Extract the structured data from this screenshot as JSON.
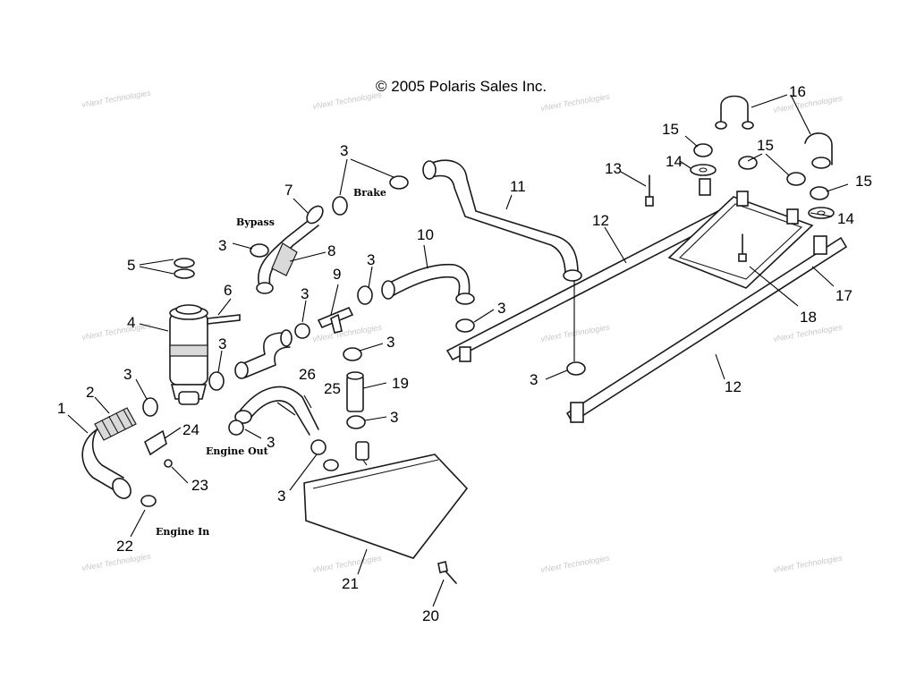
{
  "copyright": "© 2005 Polaris Sales Inc.",
  "watermark": "vNext Technologies",
  "captions": {
    "bypass": "Bypass",
    "brake": "Brake",
    "engine_out": "Engine Out",
    "engine_in": "Engine In"
  },
  "callouts": {
    "c1": "1",
    "c2": "2",
    "c3": "3",
    "c4": "4",
    "c5": "5",
    "c6": "6",
    "c7": "7",
    "c8": "8",
    "c9": "9",
    "c10": "10",
    "c11": "11",
    "c12": "12",
    "c13": "13",
    "c14": "14",
    "c15": "15",
    "c16": "16",
    "c17": "17",
    "c18": "18",
    "c19": "19",
    "c20": "20",
    "c21": "21",
    "c22": "22",
    "c23": "23",
    "c24": "24",
    "c25": "25",
    "c26": "26"
  }
}
